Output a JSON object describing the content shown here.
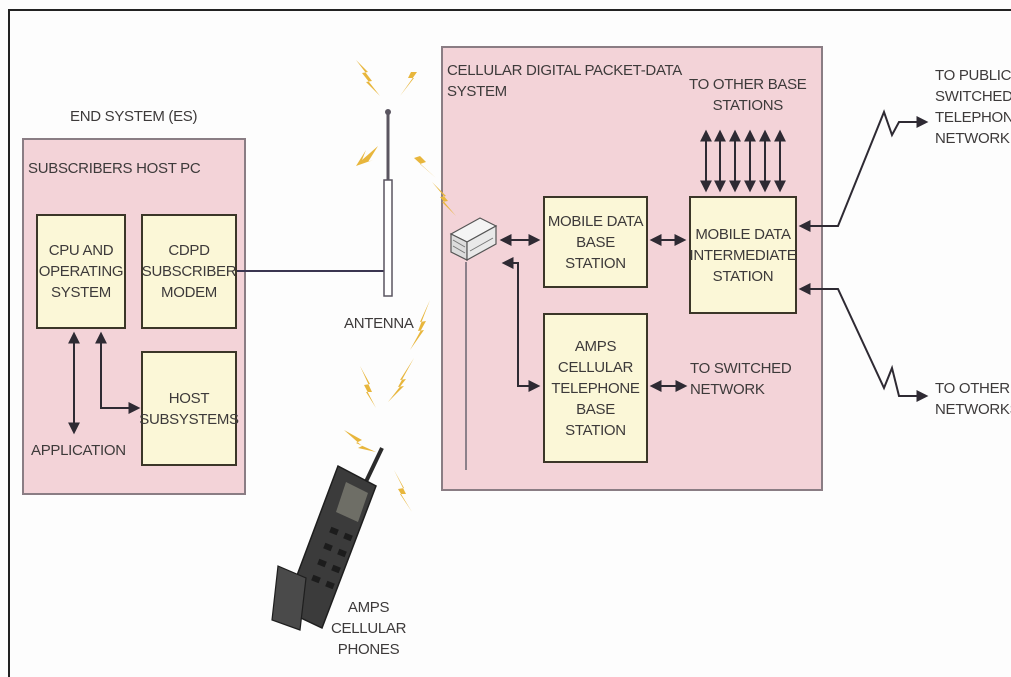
{
  "end_system": {
    "label": "END SYSTEM (ES)",
    "host_pc_label": "SUBSCRIBERS HOST PC",
    "cpu_box": "CPU AND\nOPERATING\nSYSTEM",
    "modem_box": "CDPD\nSUBSCRIBER\nMODEM",
    "host_subsystems_box": "HOST\nSUBSYSTEMS",
    "application_label": "APPLICATION"
  },
  "antenna_label": "ANTENNA",
  "phones_label": "AMPS\nCELLULAR\nPHONES",
  "cdpd": {
    "label": "CELLULAR DIGITAL PACKET-DATA\nSYSTEM",
    "other_base_stations_label": "TO OTHER BASE\nSTATIONS",
    "mdbs_box": "MOBILE DATA\nBASE STATION",
    "mdis_box": "MOBILE DATA\nINTERMEDIATE\nSTATION",
    "amps_box": "AMPS\nCELLULAR\nTELEPHONE\nBASE STATION",
    "switched_network_label": "TO SWITCHED\nNETWORK"
  },
  "external": {
    "pstn_label": "TO PUBLIC-\nSWITCHED-\nTELEPHONE\nNETWORK",
    "other_networks_label": "TO OTHER\nNETWORKS"
  },
  "colors": {
    "region_fill": "#f3d3d8",
    "box_fill": "#fbf7d7",
    "lightning": "#e8b63c",
    "line": "#3a3540"
  }
}
